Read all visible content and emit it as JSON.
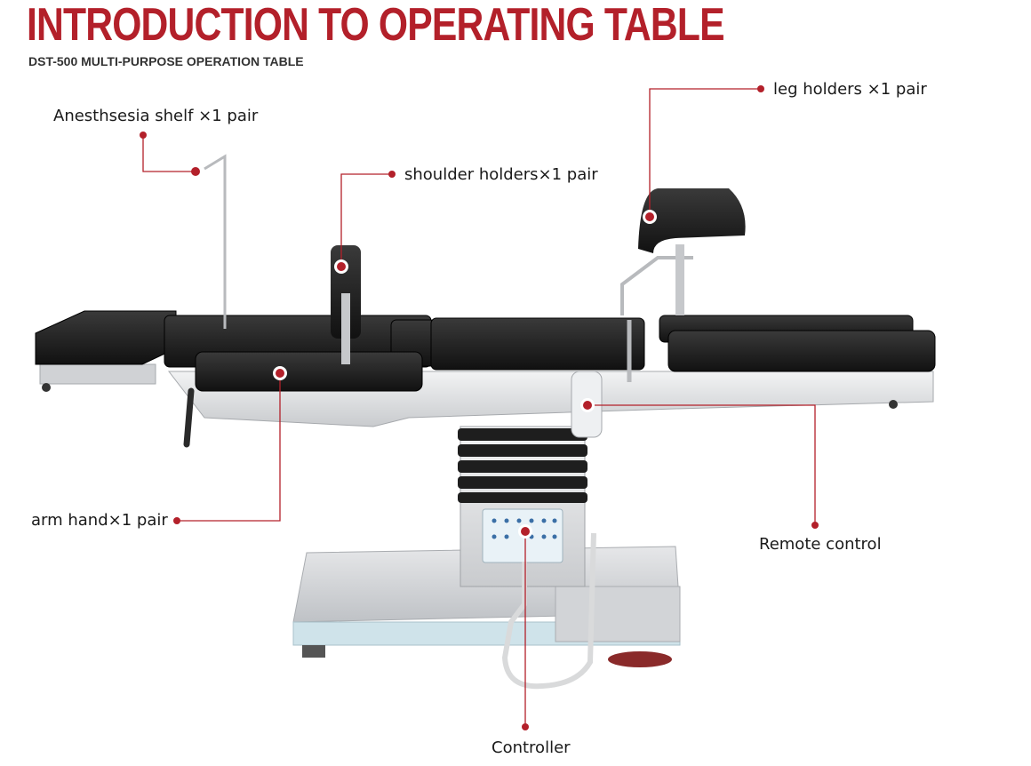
{
  "header": {
    "title": "INTRODUCTION TO OPERATING TABLE",
    "subtitle": "DST-500 MULTI-PURPOSE OPERATION TABLE"
  },
  "callouts": {
    "anesthesia_shelf": "Anesthsesia shelf ×1 pair",
    "shoulder_holders": "shoulder holders×1 pair",
    "leg_holders": "leg holders ×1 pair",
    "arm_hand": "arm hand×1 pair",
    "remote_control": "Remote control",
    "controller": "Controller"
  },
  "colors": {
    "accent": "#b3202a",
    "pad": "#1c1c1c",
    "steel": "#d7d9dc",
    "base_stripe": "#cfe3ea"
  }
}
